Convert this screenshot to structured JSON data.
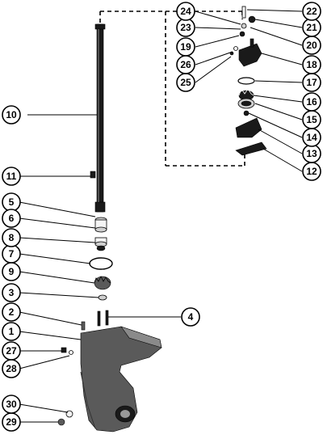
{
  "diagram": {
    "type": "exploded-parts-view",
    "callouts": [
      {
        "id": "c1",
        "label": "1"
      },
      {
        "id": "c2",
        "label": "2"
      },
      {
        "id": "c3",
        "label": "3"
      },
      {
        "id": "c4",
        "label": "4"
      },
      {
        "id": "c5",
        "label": "5"
      },
      {
        "id": "c6",
        "label": "6"
      },
      {
        "id": "c7",
        "label": "7"
      },
      {
        "id": "c8",
        "label": "8"
      },
      {
        "id": "c9",
        "label": "9"
      },
      {
        "id": "c10",
        "label": "10"
      },
      {
        "id": "c11",
        "label": "11"
      },
      {
        "id": "c12",
        "label": "12"
      },
      {
        "id": "c13",
        "label": "13"
      },
      {
        "id": "c14",
        "label": "14"
      },
      {
        "id": "c15",
        "label": "15"
      },
      {
        "id": "c16",
        "label": "16"
      },
      {
        "id": "c17",
        "label": "17"
      },
      {
        "id": "c18",
        "label": "18"
      },
      {
        "id": "c19",
        "label": "19"
      },
      {
        "id": "c20",
        "label": "20"
      },
      {
        "id": "c21",
        "label": "21"
      },
      {
        "id": "c22",
        "label": "22"
      },
      {
        "id": "c23",
        "label": "23"
      },
      {
        "id": "c24",
        "label": "24"
      },
      {
        "id": "c25",
        "label": "25"
      },
      {
        "id": "c26",
        "label": "26"
      },
      {
        "id": "c27",
        "label": "27"
      },
      {
        "id": "c28",
        "label": "28"
      },
      {
        "id": "c29",
        "label": "29"
      },
      {
        "id": "c30",
        "label": "30"
      }
    ]
  }
}
